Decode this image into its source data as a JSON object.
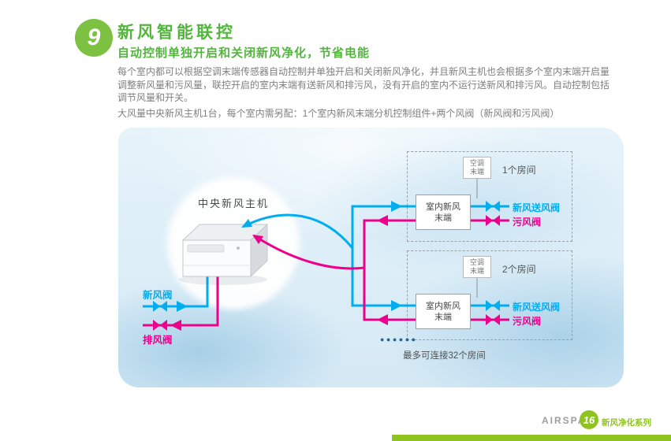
{
  "header": {
    "badge_number": "9",
    "title": "新风智能联控",
    "subtitle": "自动控制单独开启和关闭新风净化，节省电能"
  },
  "body": {
    "paragraph1": "每个室内都可以根据空调末端传感器自动控制并单独开启和关闭新风净化，并且新风主机也会根据多个室内末端开启量调整新风量和污风量，联控开启的室内末端有送新风和排污风，没有开启的室内不运行送新风和排污风。自动控制包括调节风量和开关。",
    "paragraph2": "大风量中央新风主机1台，每个室内需另配：1个室内新风末端分机控制组件+两个风阀（新风阀和污风阀）"
  },
  "diagram": {
    "host_label": "中央新风主机",
    "fresh_valve_label": "新风阀",
    "exhaust_valve_label": "排风阀",
    "rooms": [
      {
        "ac_terminal": "空调末端",
        "room_label": "1个房间",
        "indoor_unit": "室内新风末端",
        "supply_valve": "新风送风阀",
        "dirty_valve": "污风阀"
      },
      {
        "ac_terminal": "空调末端",
        "room_label": "2个房间",
        "indoor_unit": "室内新风末端",
        "supply_valve": "新风送风阀",
        "dirty_valve": "污风阀"
      }
    ],
    "more_dots": "●●●●●●",
    "max_note": "最多可连接32个房间"
  },
  "footer": {
    "brand": "AIRSPA",
    "page_number": "16",
    "series": "新风净化系列"
  },
  "colors": {
    "header_green": "#52b63c",
    "badge_green": "#7dc142",
    "footer_green": "#8fc31f",
    "supply_blue": "#00aeef",
    "return_magenta": "#ec008c"
  }
}
